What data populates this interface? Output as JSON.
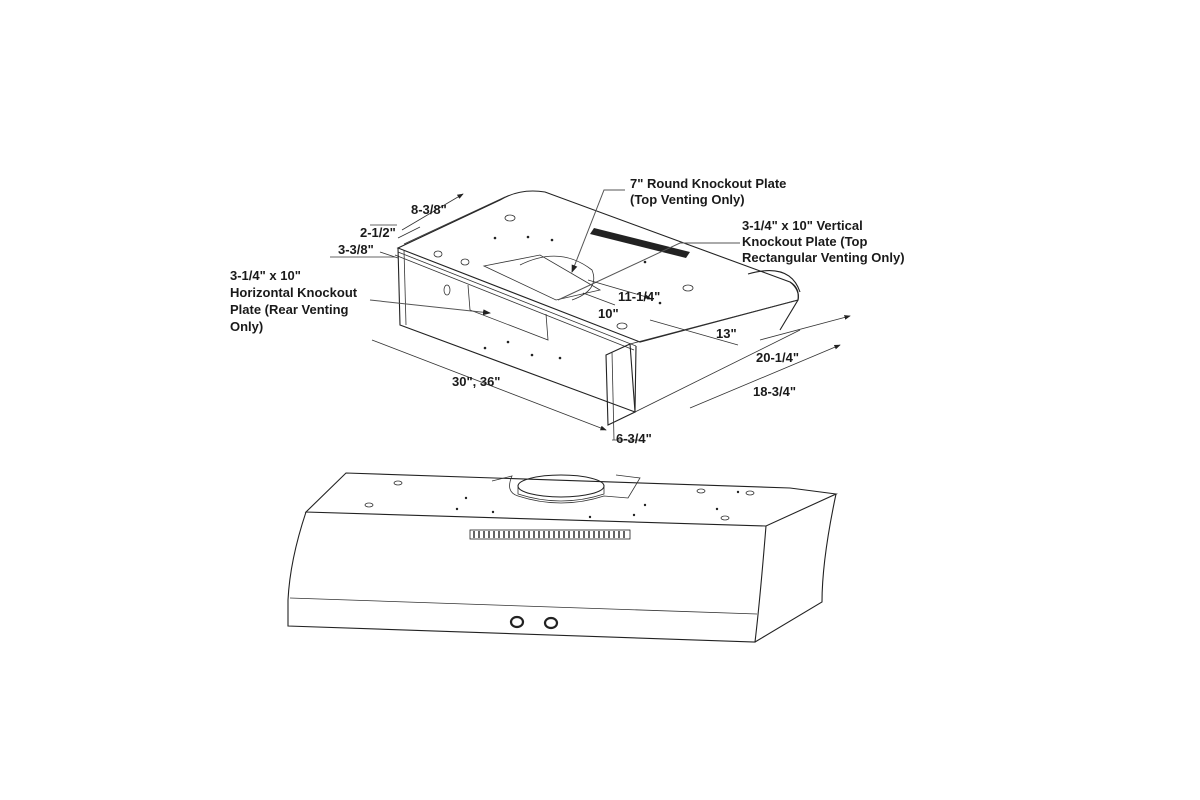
{
  "figure": {
    "type": "range-hood-dimension-diagram",
    "views": [
      "isometric-dimensioned-view",
      "front-perspective-view"
    ]
  },
  "callouts": {
    "round_knockout": {
      "line1": "7\" Round Knockout Plate",
      "line2": "(Top Venting Only)"
    },
    "vertical_knockout": {
      "line1": "3-1/4\" x 10\" Vertical",
      "line2": "Knockout Plate (Top",
      "line3": "Rectangular Venting Only)"
    },
    "horizontal_knockout": {
      "line1": "3-1/4\" x 10\"",
      "line2": "Horizontal Knockout",
      "line3": "Plate (Rear Venting",
      "line4": "Only)"
    }
  },
  "dimensions": {
    "d_8_3_8": "8-3/8\"",
    "d_2_1_2": "2-1/2\"",
    "d_3_3_8": "3-3/8\"",
    "d_11_1_4": "11-1/4\"",
    "d_10": "10\"",
    "d_13": "13\"",
    "d_20_1_4": "20-1/4\"",
    "d_18_3_4": "18-3/4\"",
    "d_width": "30\", 36\"",
    "d_6_3_4": "6-3/4\""
  },
  "colors": {
    "line": "#222222",
    "background": "#ffffff",
    "text": "#1a1a1a"
  }
}
